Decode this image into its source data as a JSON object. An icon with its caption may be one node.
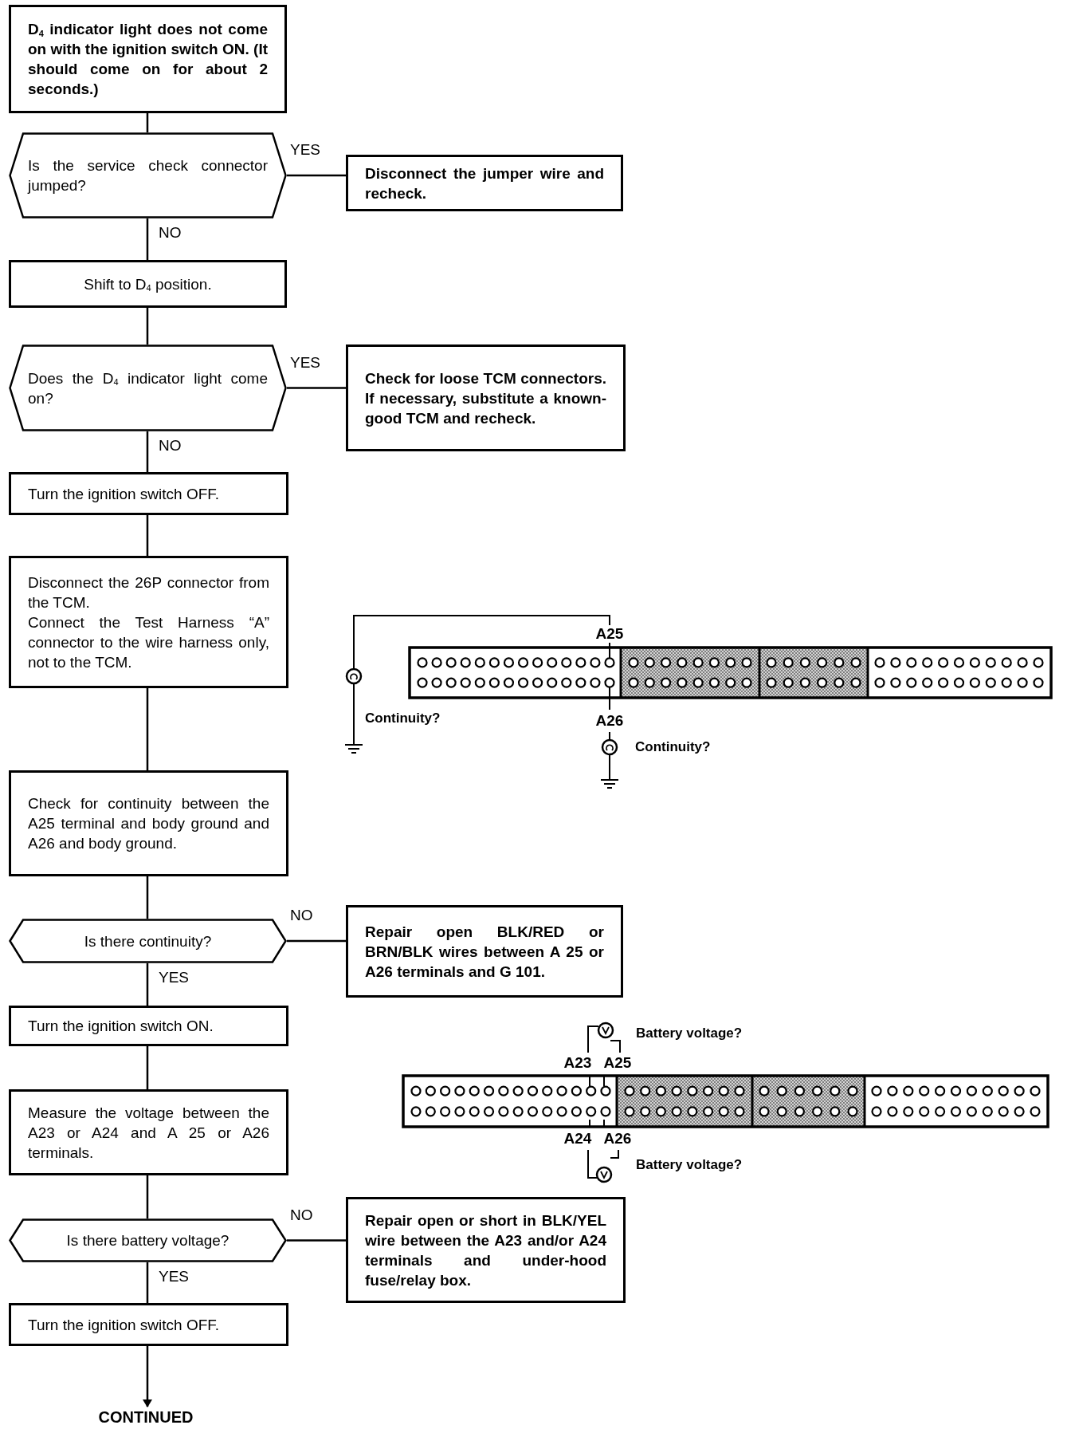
{
  "diagram": {
    "nodes": [
      {
        "text": [
          "D$_{4}$ indicator light does not come on with the ignition switch ON. (It should come on for about 2 seconds.)"
        ]
      },
      {
        "text": [
          "Is the service check connector jumped?"
        ]
      },
      {
        "text": [
          "Disconnect the jumper wire and recheck."
        ]
      },
      {
        "text": [
          "Shift to D$_{4}$ position."
        ]
      },
      {
        "text": [
          "Does the D$_{4}$ indicator light come on?"
        ]
      },
      {
        "text": [
          "Check for loose TCM connectors. If necessary, substitute a known-good TCM and recheck."
        ]
      },
      {
        "text": [
          "Turn the ignition switch OFF."
        ]
      },
      {
        "text": [
          "Disconnect the 26P connector from the TCM.",
          "Connect the Test Harness “A” connector to the wire harness only, not to the TCM."
        ]
      },
      {
        "text": [
          "Check for continuity between the A25 terminal and body ground and A26 and body ground."
        ]
      },
      {
        "text": [
          "Is there continuity?"
        ]
      },
      {
        "text": [
          "Repair open BLK/RED or BRN/BLK wires between A 25 or A26 terminals and G 101."
        ]
      },
      {
        "text": [
          "Turn the ignition switch ON."
        ]
      },
      {
        "text": [
          "Measure the voltage between the A23 or A24 and A 25 or A26 terminals."
        ]
      },
      {
        "text": [
          "Is there battery voltage?"
        ]
      },
      {
        "text": [
          "Repair open or short in BLK/YEL wire between the A23 and/or A24 terminals and under-hood fuse/relay box."
        ]
      },
      {
        "text": [
          "Turn the ignition switch OFF."
        ]
      },
      {
        "text": [
          "CONTINUED"
        ]
      }
    ],
    "edges": [
      {
        "from": 0,
        "to": 1,
        "arrow": "none"
      },
      {
        "from": 1,
        "to": 2,
        "arrow": "none",
        "label": "YES"
      },
      {
        "from": 1,
        "to": 3,
        "arrow": "none",
        "label": "NO"
      },
      {
        "from": 3,
        "to": 4,
        "arrow": "none"
      },
      {
        "from": 4,
        "to": 5,
        "arrow": "none",
        "label": "YES"
      },
      {
        "from": 4,
        "to": 6,
        "arrow": "none",
        "label": "NO"
      },
      {
        "from": 6,
        "to": 7,
        "arrow": "none"
      },
      {
        "from": 7,
        "to": 8,
        "arrow": "none"
      },
      {
        "from": 8,
        "to": 9,
        "arrow": "none"
      },
      {
        "from": 9,
        "to": 10,
        "arrow": "none",
        "label": "NO"
      },
      {
        "from": 9,
        "to": 11,
        "arrow": "none",
        "label": "YES"
      },
      {
        "from": 11,
        "to": 12,
        "arrow": "none"
      },
      {
        "from": 12,
        "to": 13,
        "arrow": "none"
      },
      {
        "from": 13,
        "to": 14,
        "arrow": "none",
        "label": "NO"
      },
      {
        "from": 13,
        "to": 15,
        "arrow": "none",
        "label": "YES"
      },
      {
        "from": 15,
        "to": 16,
        "arrow": "to"
      }
    ],
    "labels": [
      "A25",
      "Continuity?",
      "A26",
      "Continuity?",
      "Battery voltage?",
      "A23",
      "A25",
      "A24",
      "A26",
      "Battery voltage?"
    ]
  }
}
